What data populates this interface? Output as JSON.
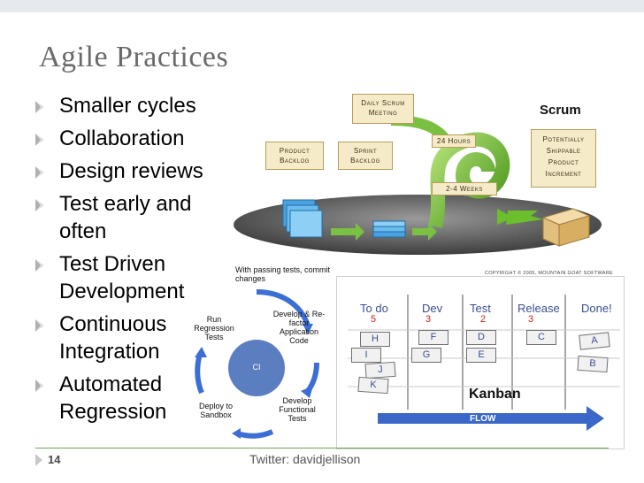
{
  "slide": {
    "title": "Agile Practices",
    "bullets": [
      {
        "text": "Smaller cycles"
      },
      {
        "text": "Collaboration"
      },
      {
        "text": "Design reviews"
      },
      {
        "text": "Test early and often"
      },
      {
        "text": "Test Driven Development"
      },
      {
        "text": "Continuous Integration"
      },
      {
        "text": "Automated Regression"
      }
    ],
    "page_number": "14",
    "footer": "Twitter: davidjellison"
  },
  "scrum": {
    "label": "Scrum",
    "daily_scrum": "Daily Scrum Meeting",
    "product_backlog": "Product Backlog",
    "sprint_backlog": "Sprint Backlog",
    "increment": "Potentially Shippable Product Increment",
    "hours": "24 Hours",
    "weeks": "2-4 Weeks",
    "copyright": "COPYRIGHT © 2005, MOUNTAIN GOAT SOFTWARE"
  },
  "ci": {
    "caption": "With passing tests, commit changes",
    "center": "CI",
    "steps": [
      "Develop & Re-factor Application Code",
      "Develop Functional Tests",
      "Deploy to Sandbox",
      "Run Regression Tests"
    ]
  },
  "kanban": {
    "label": "Kanban",
    "columns": [
      {
        "name": "To do",
        "limit": "5"
      },
      {
        "name": "Dev",
        "limit": "3"
      },
      {
        "name": "Test",
        "limit": "2"
      },
      {
        "name": "Release",
        "limit": "3"
      },
      {
        "name": "Done!",
        "limit": ""
      }
    ],
    "todo_cards": [
      "H",
      "I",
      "J",
      "K"
    ],
    "dev_cards": [
      "F",
      "G"
    ],
    "test_cards": [
      "D",
      "E"
    ],
    "release_cards": [
      "C"
    ],
    "done_cards": [
      "A",
      "B"
    ],
    "flow_label": "FLOW"
  },
  "colors": {
    "bullet_gray": "#b0b0b0",
    "accent_green": "#6aa84f",
    "flow_blue": "#3a67c8",
    "spiral_green": "#6bbf2a"
  }
}
